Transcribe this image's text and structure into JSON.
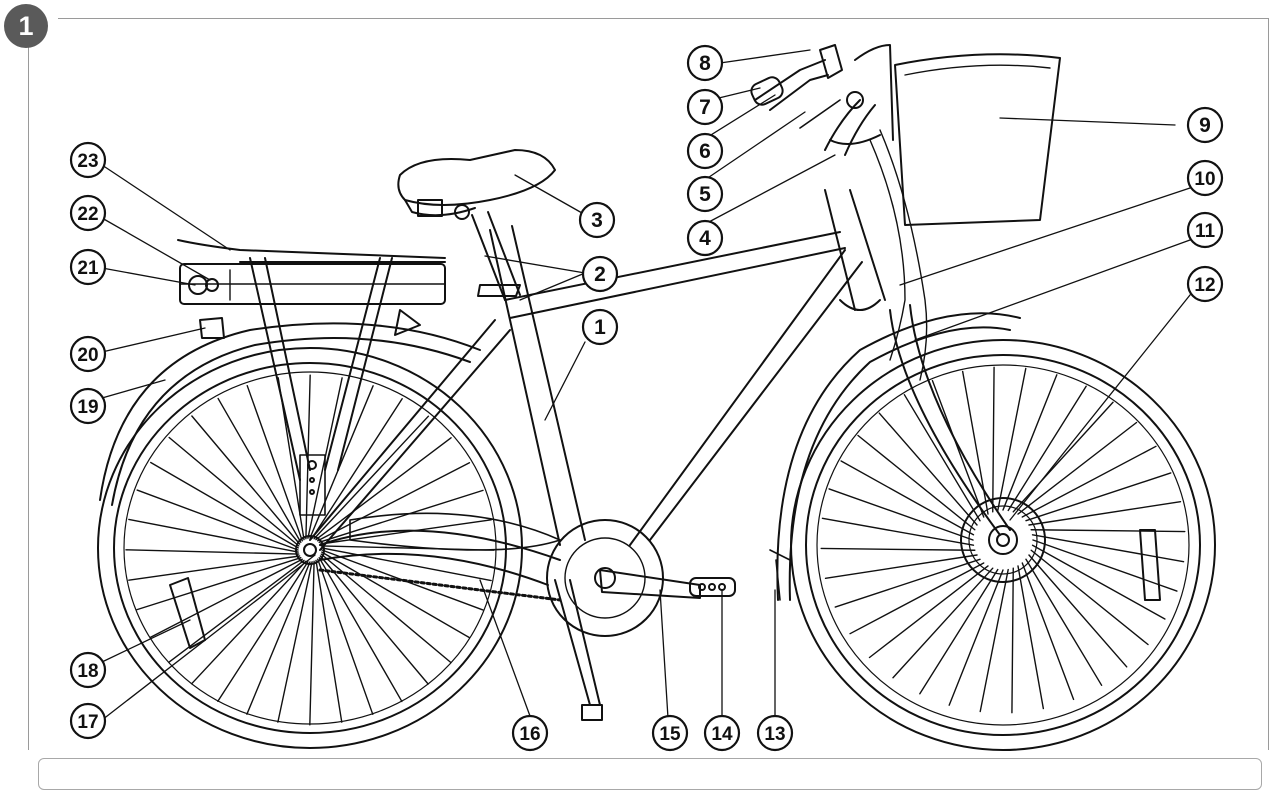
{
  "figure": {
    "number": "1"
  },
  "callouts": [
    {
      "label": "1",
      "name": "frame-down-tube"
    },
    {
      "label": "2",
      "name": "seat-post"
    },
    {
      "label": "3",
      "name": "saddle"
    },
    {
      "label": "4",
      "name": "stem"
    },
    {
      "label": "5",
      "name": "brake-lever"
    },
    {
      "label": "6",
      "name": "display-control"
    },
    {
      "label": "7",
      "name": "handlebar-grip"
    },
    {
      "label": "8",
      "name": "bell"
    },
    {
      "label": "9",
      "name": "front-basket"
    },
    {
      "label": "10",
      "name": "head-tube-cables"
    },
    {
      "label": "11",
      "name": "front-fork"
    },
    {
      "label": "12",
      "name": "front-hub"
    },
    {
      "label": "13",
      "name": "front-mudguard"
    },
    {
      "label": "14",
      "name": "pedal"
    },
    {
      "label": "15",
      "name": "crank-arm"
    },
    {
      "label": "16",
      "name": "chain-guard"
    },
    {
      "label": "17",
      "name": "rear-hub"
    },
    {
      "label": "18",
      "name": "rear-reflector"
    },
    {
      "label": "19",
      "name": "rear-mudguard"
    },
    {
      "label": "20",
      "name": "rear-light"
    },
    {
      "label": "21",
      "name": "battery-lock"
    },
    {
      "label": "22",
      "name": "battery"
    },
    {
      "label": "23",
      "name": "luggage-rack"
    }
  ]
}
